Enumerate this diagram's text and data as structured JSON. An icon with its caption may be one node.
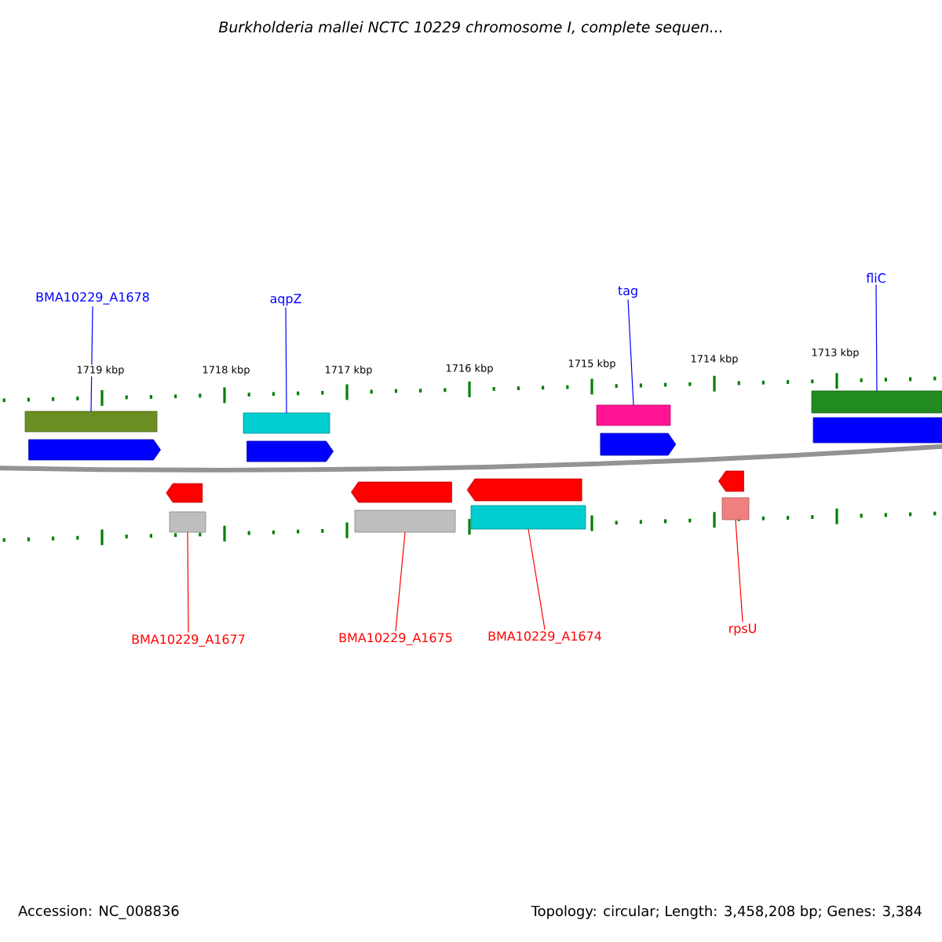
{
  "diagram": {
    "title": "Burkholderia mallei NCTC 10229 chromosome I, complete sequen...",
    "nodes": [
      {
        "text": [
          "BMA10229_A1678"
        ]
      },
      {
        "text": [
          "aqpZ"
        ]
      },
      {
        "text": [
          "tag"
        ]
      },
      {
        "text": [
          "fliC"
        ]
      },
      {
        "text": [
          "BMA10229_A1677"
        ]
      },
      {
        "text": [
          "BMA10229_A1675"
        ]
      },
      {
        "text": [
          "BMA10229_A1674"
        ]
      },
      {
        "text": [
          "rpsU"
        ]
      },
      {
        "text": [],
        "shape": "bar"
      },
      {
        "text": [],
        "shape": "arrow"
      },
      {
        "text": [],
        "shape": "arrow"
      },
      {
        "text": [],
        "shape": "bar"
      },
      {
        "text": [],
        "shape": "bar"
      },
      {
        "text": [],
        "shape": "arrow"
      },
      {
        "text": [],
        "shape": "arrow"
      },
      {
        "text": [],
        "shape": "bar"
      },
      {
        "text": [],
        "shape": "arrow"
      },
      {
        "text": [],
        "shape": "bar"
      },
      {
        "text": [],
        "shape": "bar"
      },
      {
        "text": [],
        "shape": "arrow"
      },
      {
        "text": [],
        "shape": "arrow"
      },
      {
        "text": [],
        "shape": "bar"
      },
      {
        "text": [],
        "shape": "bar"
      },
      {
        "text": [],
        "shape": "bar"
      }
    ],
    "edges": [
      {
        "from": 0,
        "to": 8,
        "arrow": "none",
        "color": "#0000ff"
      },
      {
        "from": 1,
        "to": 12,
        "arrow": "none",
        "color": "#0000ff"
      },
      {
        "from": 2,
        "to": 18,
        "arrow": "none",
        "color": "#0000ff"
      },
      {
        "from": 3,
        "to": 22,
        "arrow": "none",
        "color": "#0000ff"
      },
      {
        "from": 4,
        "to": 11,
        "arrow": "none",
        "color": "#ff0000"
      },
      {
        "from": 5,
        "to": 15,
        "arrow": "none",
        "color": "#ff0000"
      },
      {
        "from": 6,
        "to": 17,
        "arrow": "none",
        "color": "#ff0000"
      },
      {
        "from": 7,
        "to": 21,
        "arrow": "none",
        "color": "#ff0000"
      }
    ],
    "labels": [
      "1719 kbp",
      "1718 kbp",
      "1717 kbp",
      "1716 kbp",
      "1715 kbp",
      "1714 kbp",
      "1713 kbp",
      "Accession: NC_008836",
      "Topology: circular; Length: 3,458,208 bp; Genes: 3,384"
    ]
  }
}
